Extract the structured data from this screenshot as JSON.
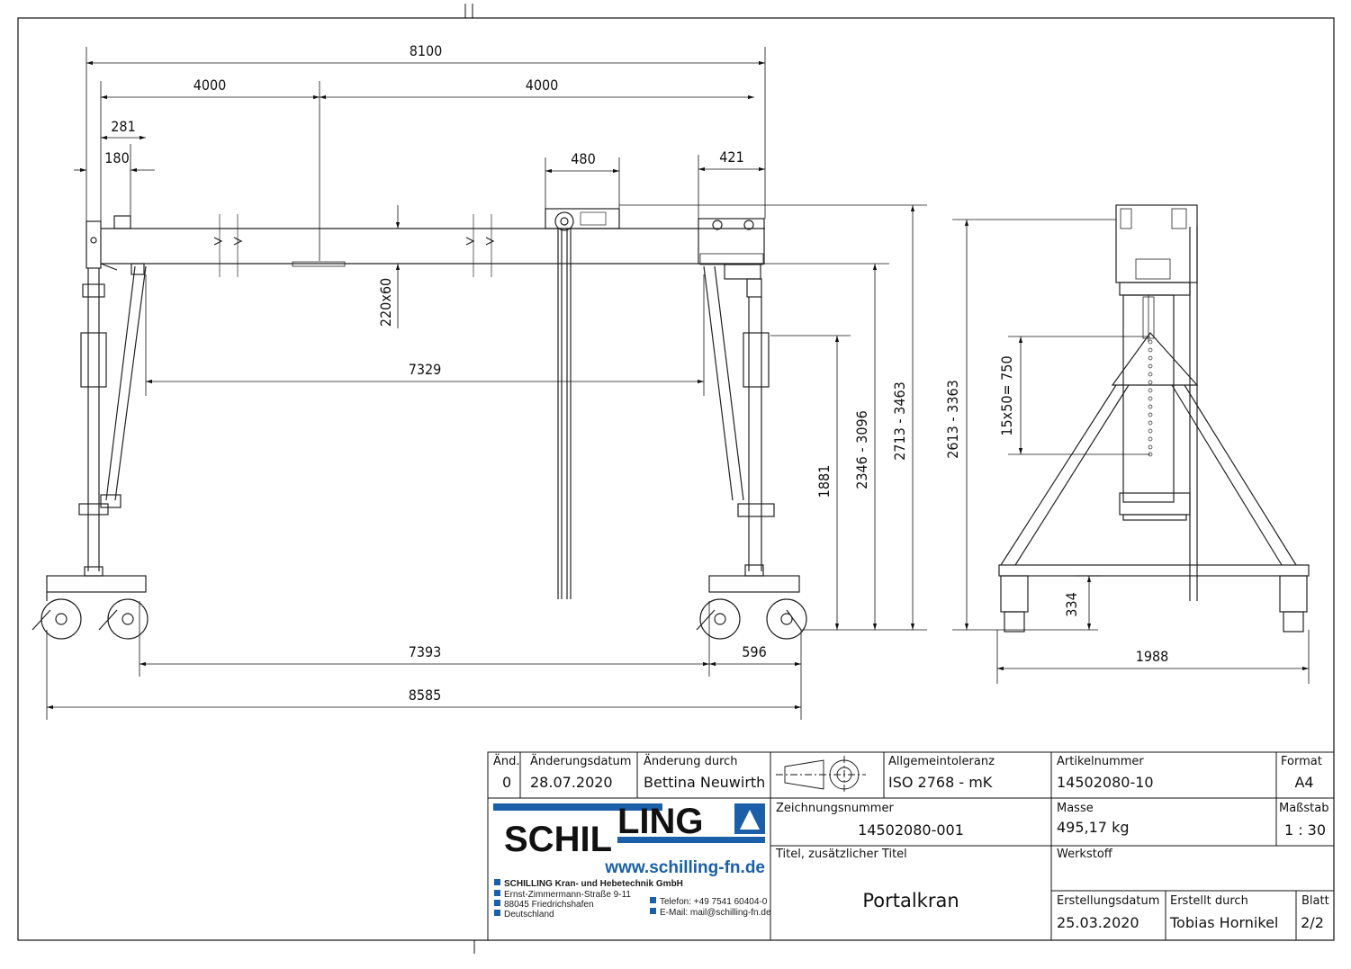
{
  "dimensions": {
    "top_overall": "8100",
    "half_left": "4000",
    "half_right": "4000",
    "d281": "281",
    "d180": "180",
    "trolley_width": "480",
    "end_width": "421",
    "beam_profile": "220x60",
    "inner_span": "7329",
    "h1881": "1881",
    "h2346_3096": "2346 - 3096",
    "h2713_3463": "2713 - 3463",
    "side_h2613_3363": "2613 - 3363",
    "side_holes": "15x50= 750",
    "side_h334": "334",
    "side_width": "1988",
    "wheel_base": "7393",
    "wheel_right": "596",
    "bottom_overall": "8585"
  },
  "title_block": {
    "rev_label": "Änd.",
    "rev_value": "0",
    "change_date_label": "Änderungsdatum",
    "change_date": "28.07.2020",
    "changed_by_label": "Änderung durch",
    "changed_by": "Bettina Neuwirth",
    "tolerance_label": "Allgemeintoleranz",
    "tolerance": "ISO 2768 - mK",
    "article_label": "Artikelnummer",
    "article": "14502080-10",
    "format_label": "Format",
    "format": "A4",
    "drawing_no_label": "Zeichnungsnummer",
    "drawing_no": "14502080-001",
    "mass_label": "Masse",
    "mass": "495,17 kg",
    "scale_label": "Maßstab",
    "scale": "1 : 30",
    "title_label": "Titel, zusätzlicher Titel",
    "title": "Portalkran",
    "material_label": "Werkstoff",
    "created_date_label": "Erstellungsdatum",
    "created_date": "25.03.2020",
    "created_by_label": "Erstellt durch",
    "created_by": "Tobias Hornikel",
    "sheet_label": "Blatt",
    "sheet": "2/2"
  },
  "company": {
    "logo_left": "SCHIL",
    "logo_right": "LING",
    "website": "www.schilling-fn.de",
    "name": "SCHILLING Kran- und Hebetechnik GmbH",
    "street": "Ernst-Zimmermann-Straße 9-11",
    "city": "88045 Friedrichshafen",
    "country": "Deutschland",
    "phone": "Telefon: +49 7541 60404-0",
    "email": "E-Mail: mail@schilling-fn.de",
    "brand_color": "#1a5fa8"
  }
}
